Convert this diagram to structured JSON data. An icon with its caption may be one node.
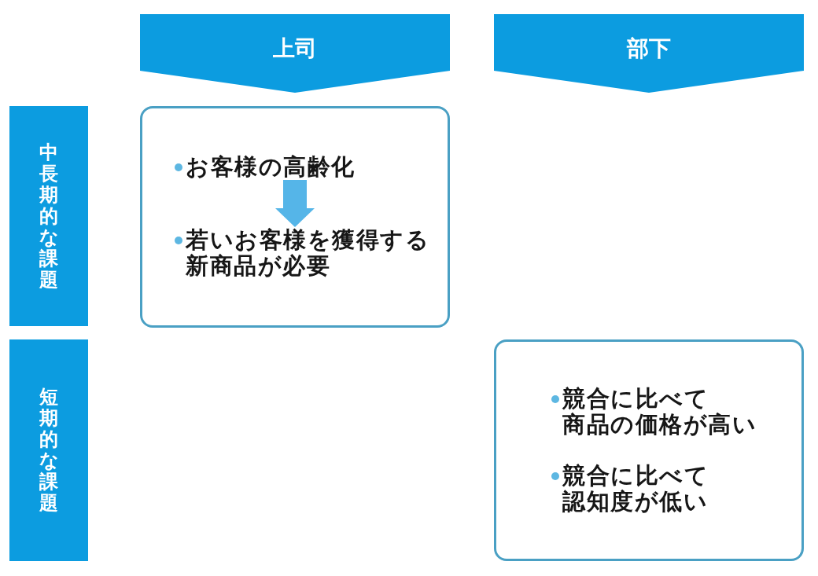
{
  "diagram": {
    "nodes": [
      {
        "text": [
          "上司"
        ]
      },
      {
        "text": [
          "部下"
        ]
      },
      {
        "text": [
          "中長期的な課題"
        ]
      },
      {
        "text": [],
        "shape": "box"
      },
      {
        "text": [
          "お客様の高齢化"
        ],
        "in": 3
      },
      {
        "text": [
          "若いお客様を獲得する新商品が必要"
        ],
        "in": 3
      },
      {
        "text": [
          "短期的な課題"
        ]
      },
      {
        "text": [
          "競合に比べて商品の価格が高い",
          "競合に比べて認知度が低い"
        ]
      }
    ],
    "edges": [
      {
        "from": 4,
        "to": 5,
        "arrow": "to"
      }
    ]
  }
}
